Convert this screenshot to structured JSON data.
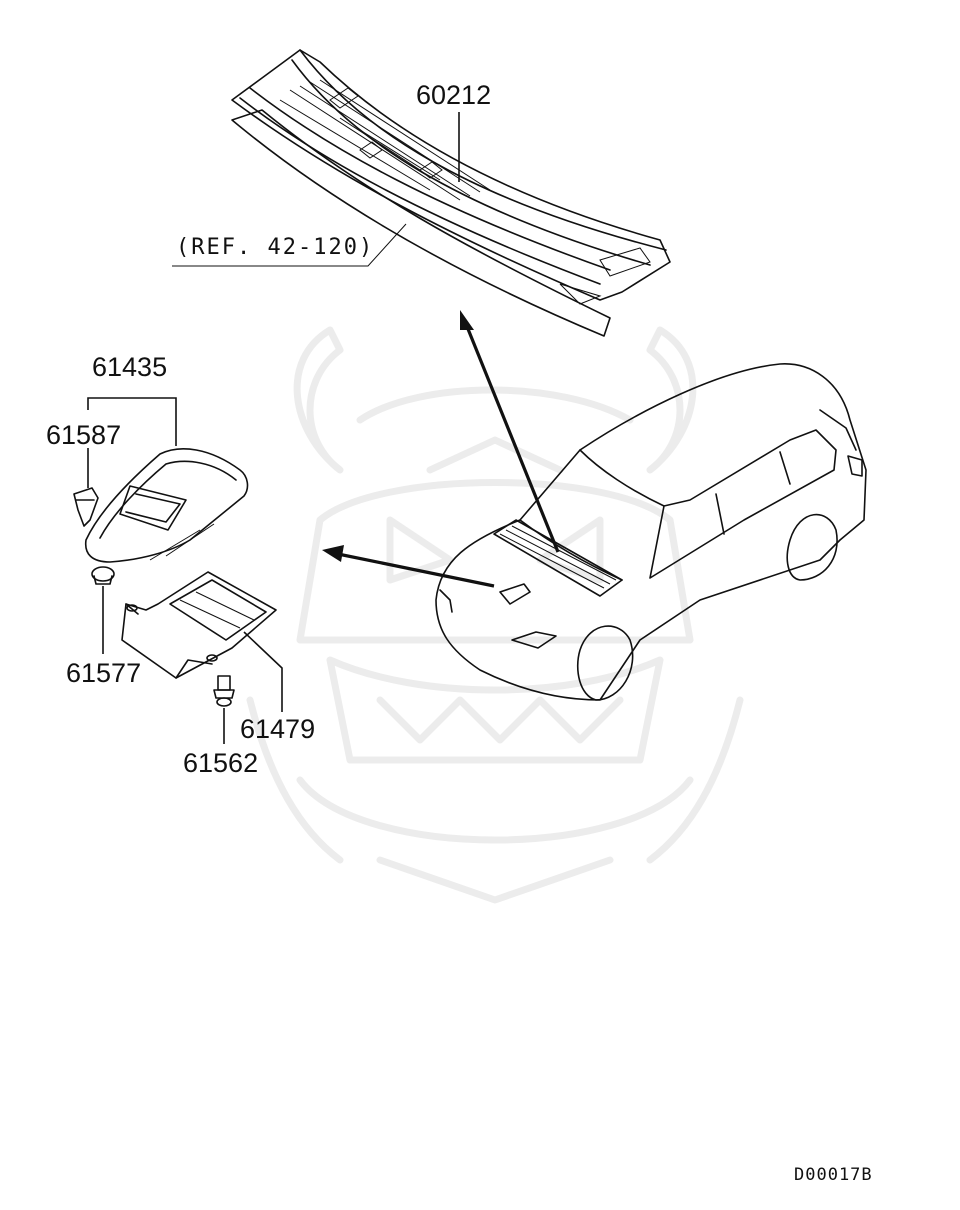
{
  "labels": {
    "cowl_top": "60212",
    "ref": "(REF. 42-120)",
    "cover_assy": "61435",
    "clip_top": "61587",
    "grommet": "61577",
    "bracket": "61479",
    "bolt": "61562"
  },
  "diagram_code": "D00017B",
  "colors": {
    "line": "#111111",
    "watermark": "#ececec",
    "background": "#ffffff"
  }
}
